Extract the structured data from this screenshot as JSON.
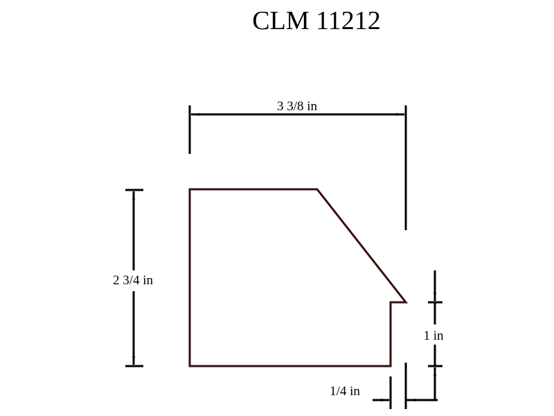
{
  "title": "CLM 11212",
  "dimensions": {
    "width": "3 3/8 in",
    "height": "2 3/4 in",
    "step_height": "1 in",
    "step_width": "1/4 in"
  },
  "colors": {
    "profile": "#3a0d0d",
    "dimension": "#000000"
  }
}
